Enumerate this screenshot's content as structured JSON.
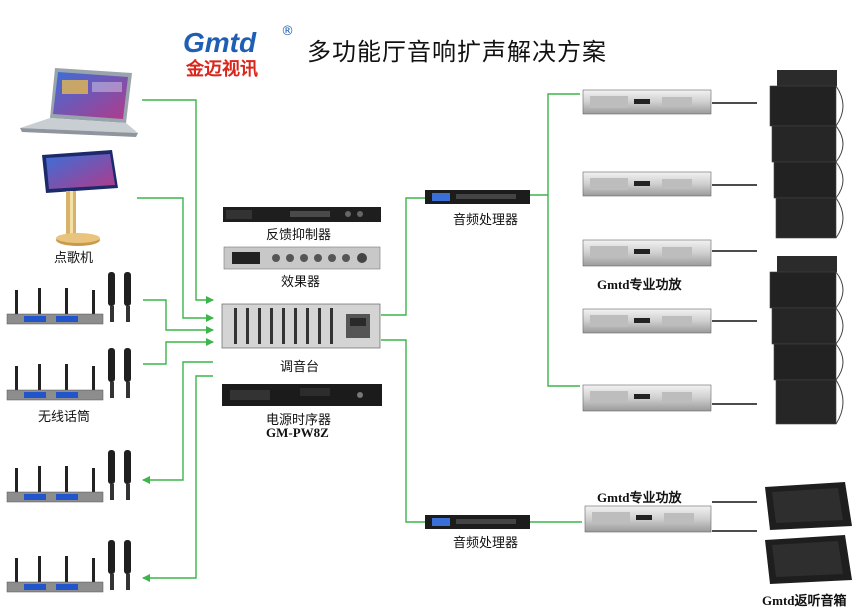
{
  "header": {
    "logo_text": "Gmtd",
    "logo_reg": "®",
    "logo_cn": "金迈视讯",
    "title": "多功能厅音响扩声解决方案"
  },
  "labels": {
    "song_machine": "点歌机",
    "feedback_suppressor": "反馈抑制器",
    "effects": "效果器",
    "mixer": "调音台",
    "power_sequencer": "电源时序器",
    "power_sequencer_model": "GM-PW8Z",
    "wireless_mic": "无线话筒",
    "audio_processor_top": "音频处理器",
    "audio_processor_bottom": "音频处理器",
    "amp_main": "Gmtd专业功放",
    "amp_monitor": "Gmtd专业功放",
    "monitor_speaker": "Gmtd返听音箱"
  },
  "colors": {
    "line": "#3cb54a",
    "device": "#2b2b2b",
    "amp_face": "#d9d9d9",
    "logo_blue": "#1f5fb3",
    "logo_red": "#d9271c"
  }
}
